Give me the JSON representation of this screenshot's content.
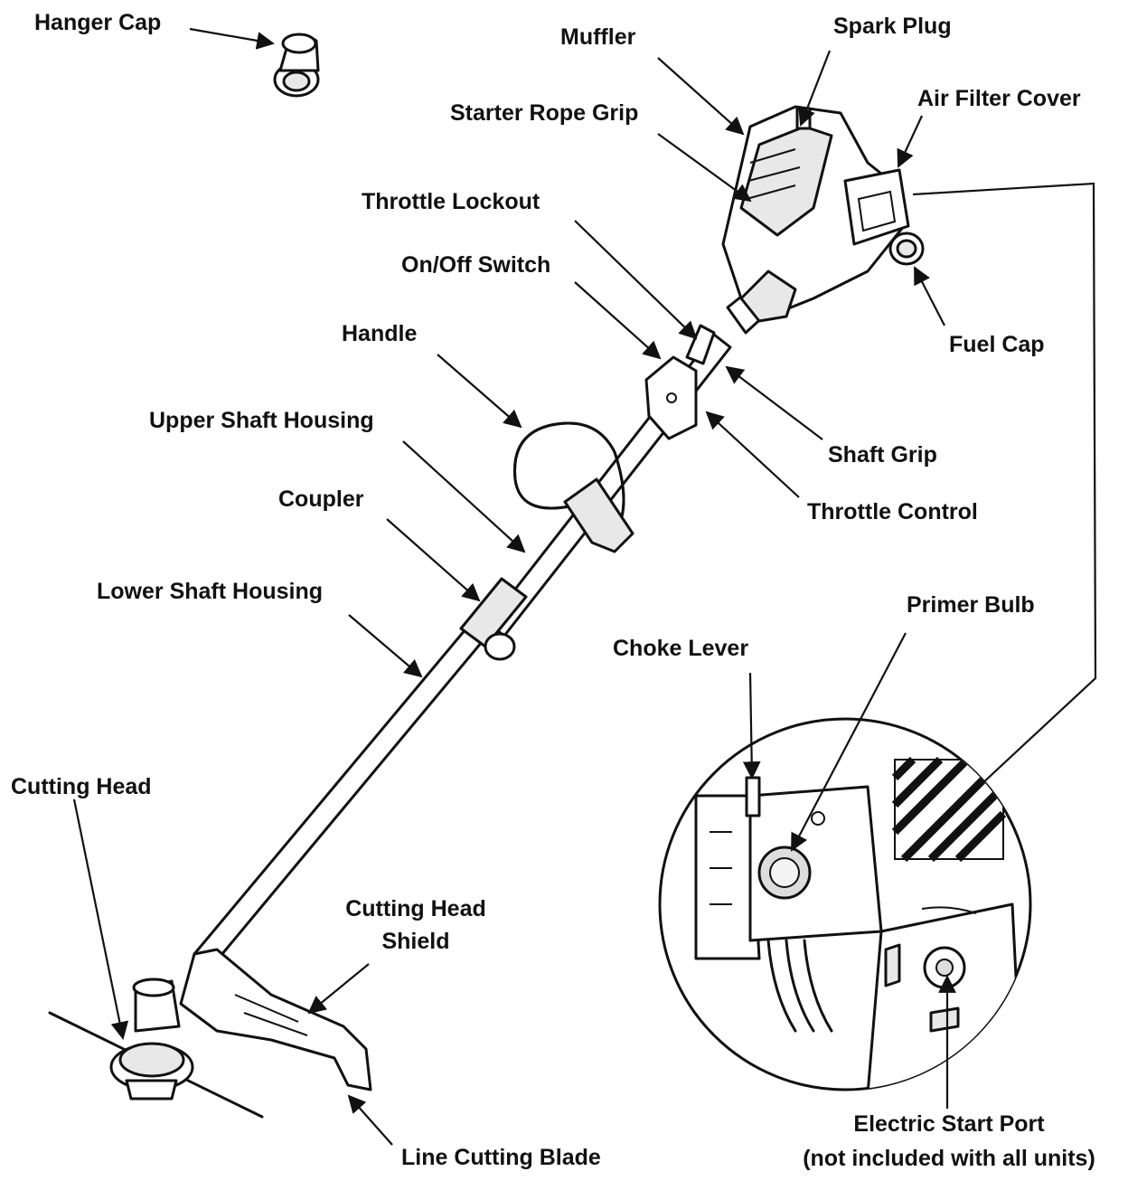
{
  "labels": {
    "hanger_cap": "Hanger Cap",
    "muffler": "Muffler",
    "spark_plug": "Spark Plug",
    "starter_rope_grip": "Starter Rope Grip",
    "air_filter_cover": "Air Filter Cover",
    "throttle_lockout": "Throttle Lockout",
    "on_off_switch": "On/Off Switch",
    "fuel_cap": "Fuel Cap",
    "handle": "Handle",
    "upper_shaft_housing": "Upper Shaft Housing",
    "shaft_grip": "Shaft Grip",
    "coupler": "Coupler",
    "throttle_control": "Throttle Control",
    "lower_shaft_housing": "Lower Shaft Housing",
    "primer_bulb": "Primer Bulb",
    "choke_lever": "Choke Lever",
    "cutting_head": "Cutting Head",
    "cutting_head_shield_line1": "Cutting Head",
    "cutting_head_shield_line2": "Shield",
    "line_cutting_blade": "Line Cutting Blade",
    "electric_start_port": "Electric Start Port",
    "electric_start_note": "(not included with all units)"
  }
}
